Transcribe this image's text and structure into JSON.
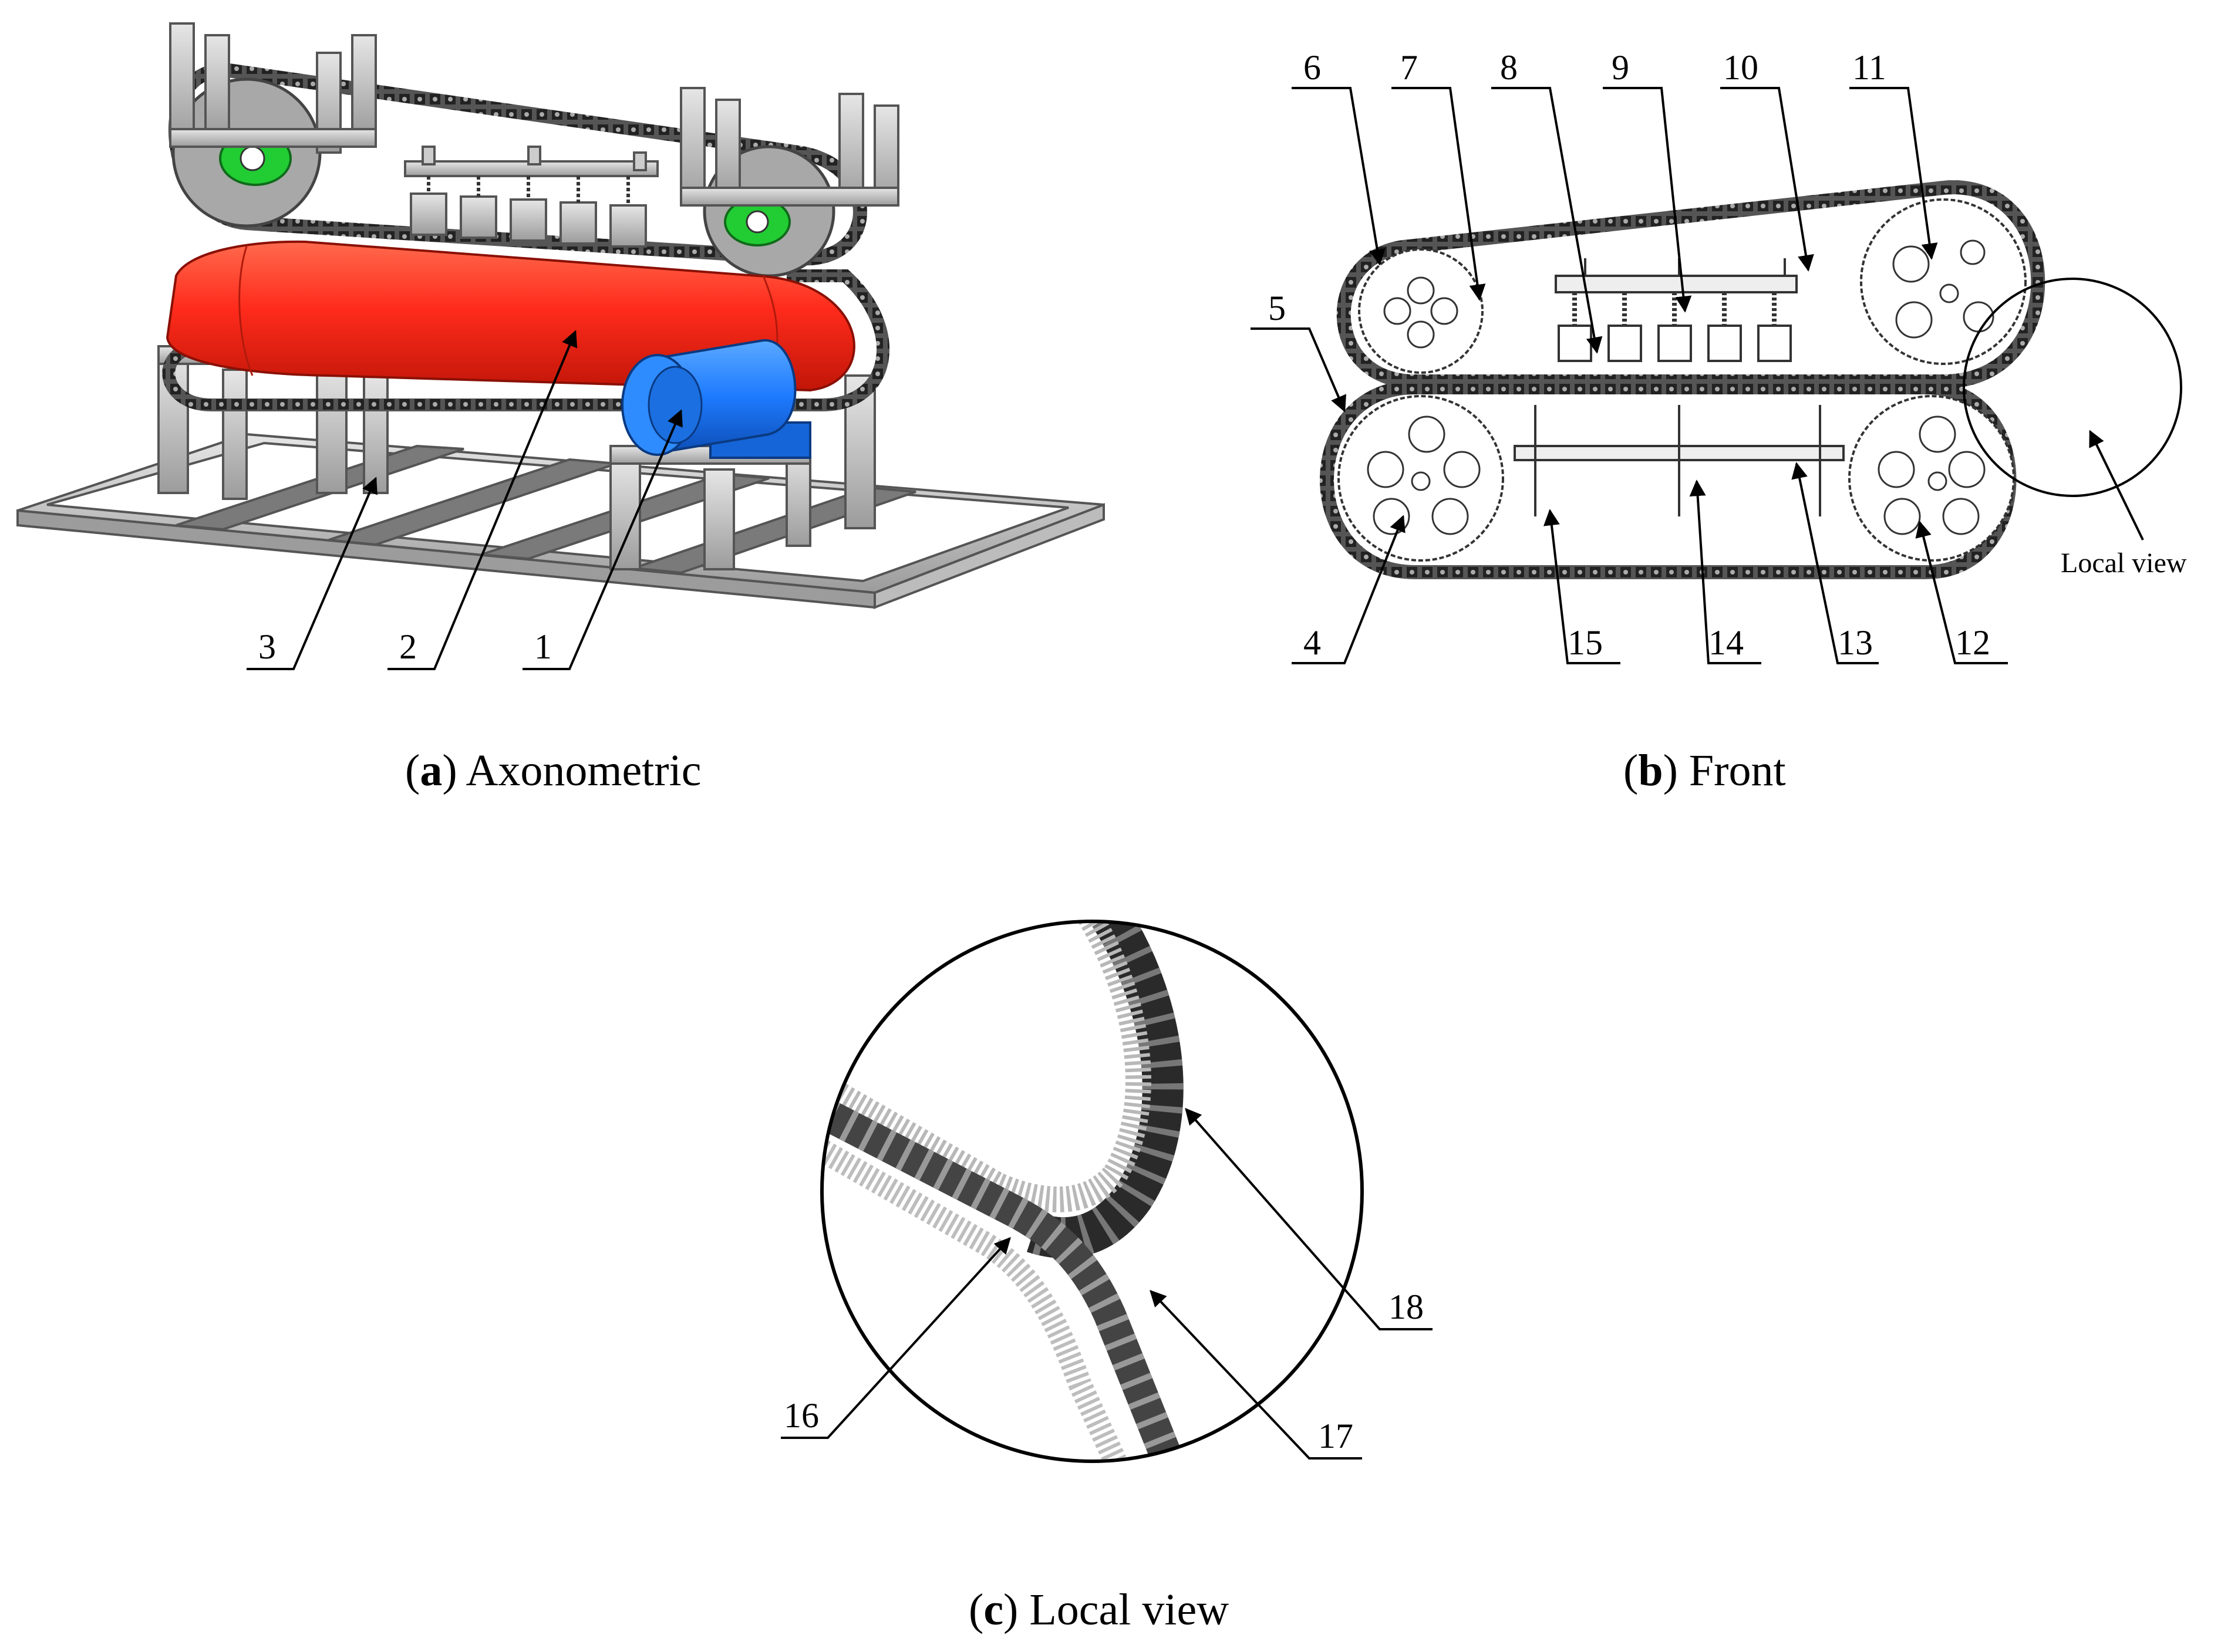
{
  "panels": {
    "a": {
      "letter": "a",
      "title": "Axonometric",
      "labels": [
        "3",
        "2",
        "1"
      ]
    },
    "b": {
      "letter": "b",
      "title": "Front",
      "labels": [
        "6",
        "7",
        "8",
        "9",
        "10",
        "11",
        "5",
        "4",
        "15",
        "14",
        "13",
        "12"
      ],
      "local_view_label": "Local view"
    },
    "c": {
      "letter": "c",
      "title": "Local view",
      "labels": [
        "16",
        "17",
        "18"
      ]
    }
  },
  "colors": {
    "tank": "#ff2b1c",
    "motor": "#1e7bff",
    "wheel_hub": "#22cc33",
    "frame": "#c8c8c8",
    "chain": "#333333"
  }
}
